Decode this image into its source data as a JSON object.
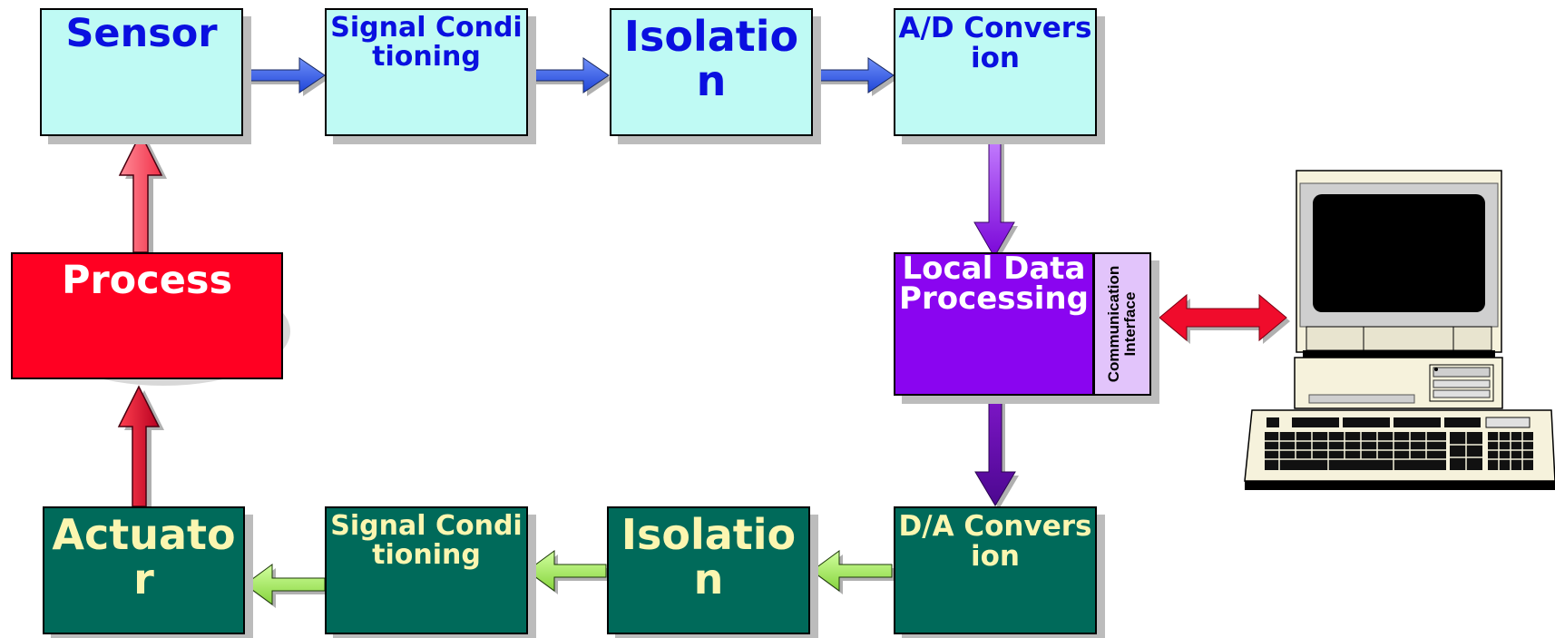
{
  "blocks": {
    "sensor": "Sensor",
    "signal_conditioning_top": "Signal Conditioning",
    "isolation_top": "Isolation",
    "ad_conversion": "A/D Conversion",
    "local_data_processing": "Local Data Processing",
    "communication_interface": "Communication\nInterface",
    "da_conversion": "D/A Conversion",
    "isolation_bottom": "Isolation",
    "signal_conditioning_bottom": "Signal Conditioning",
    "actuator": "Actuator",
    "process": "Process"
  },
  "colors": {
    "sensor_chain_fill": "#bffaf4",
    "sensor_chain_text": "#0a10e0",
    "actuator_chain_fill": "#006a5a",
    "actuator_chain_text": "#fbf6b0",
    "processing_fill": "#8a05f0",
    "comm_fill": "#e2c4fb",
    "process_fill": "#ff0022",
    "blue_arrow": "#3a66f0",
    "green_arrow": "#a6ec5e",
    "purple_arrow": "#9a22f6",
    "red_arrow": "#ee0a2a"
  },
  "icons": [
    "desktop-computer-icon"
  ]
}
